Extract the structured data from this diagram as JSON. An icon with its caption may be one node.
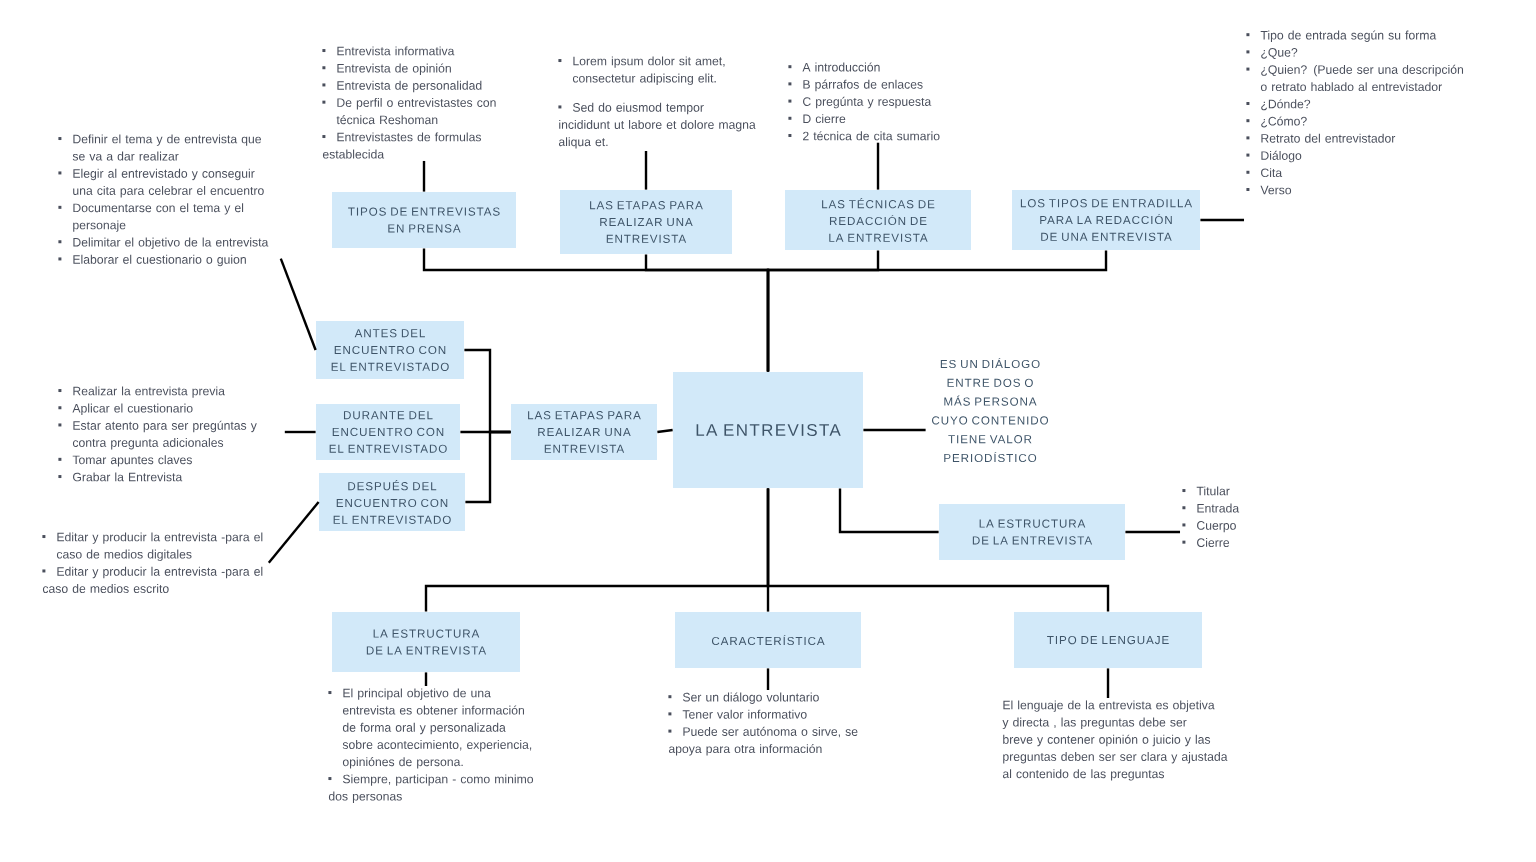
{
  "diagram": {
    "nodes": [
      {
        "text": [
          "LA ENTREVISTA"
        ]
      },
      {
        "text": [
          "TIPOS DE ENTREVISTAS EN PRENSA"
        ]
      },
      {
        "text": [
          "Entrevista informativa",
          "Entrevista de opinión",
          "Entrevista de personalidad",
          "De perfil o entrevistastes con técnica Reshoman",
          "Entrevistastes de formulas establecida"
        ]
      },
      {
        "text": [
          "LAS ETAPAS PARA REALIZAR UNA ENTREVISTA"
        ]
      },
      {
        "text": [
          "Lorem ipsum dolor sit amet, consectetur adipiscing elit.",
          "Sed do eiusmod tempor incididunt ut labore et dolore magna aliqua et."
        ]
      },
      {
        "text": [
          "LAS TÉCNICAS DE REDACCIÓN DE LA ENTREVISTA"
        ]
      },
      {
        "text": [
          "A introducción",
          "B párrafos de enlaces",
          "C pregúnta y respuesta",
          "D cierre",
          "2 técnica de cita sumario"
        ]
      },
      {
        "text": [
          "LOS TIPOS DE ENTRADILLA PARA LA REDACCIÓN DE UNA ENTREVISTA"
        ]
      },
      {
        "text": [
          "Tipo de entrada según su forma",
          "¿Que?",
          "¿Quien? (Puede ser una descripción o retrato hablado al entrevistador",
          "¿Dónde?",
          "¿Cómo?",
          "Retrato del entrevistador",
          "Diálogo",
          "Cita",
          "Verso"
        ]
      },
      {
        "text": [
          "ANTES DEL ENCUENTRO CON EL ENTREVISTADO"
        ]
      },
      {
        "text": [
          "Definir el tema y de entrevista que se va a dar realizar",
          "Elegir al entrevistado y conseguir una cita para celebrar el encuentro",
          "Documentarse con el tema y el personaje",
          "Delimitar el objetivo de la entrevista",
          "Elaborar el cuestionario o guion"
        ]
      },
      {
        "text": [
          "DURANTE DEL ENCUENTRO CON EL ENTREVISTADO"
        ]
      },
      {
        "text": [
          "Realizar la entrevista previa",
          "Aplicar el cuestionario",
          "Estar atento para ser pregúntas y contra pregunta adicionales",
          "Tomar apuntes claves",
          "Grabar la Entrevista"
        ]
      },
      {
        "text": [
          "DESPUÉS DEL ENCUENTRO CON EL ENTREVISTADO"
        ]
      },
      {
        "text": [
          "Editar y producir la entrevista -para el caso de medios digitales",
          "Editar y producir la entrevista -para el caso de medios escrito"
        ]
      },
      {
        "text": [
          "LAS ETAPAS PARA REALIZAR UNA ENTREVISTA"
        ]
      },
      {
        "text": [
          "ES UN DIÁLOGO ENTRE DOS O MÁS PERSONA CUYO CONTENIDO TIENE VALOR PERIODÍSTICO"
        ]
      },
      {
        "text": [
          "LA ESTRUCTURA DE LA ENTREVISTA"
        ]
      },
      {
        "text": [
          "Titular",
          "Entrada",
          "Cuerpo",
          "Cierre"
        ]
      },
      {
        "text": [
          "LA ESTRUCTURA DE LA ENTREVISTA"
        ]
      },
      {
        "text": [
          "El principal objetivo de una entrevista es obtener información de forma oral y personalizada sobre acontecimiento, experiencia, opiniónes de persona.",
          "Siempre, participan - como minimo dos personas"
        ]
      },
      {
        "text": [
          "CARACTERÍSTICA"
        ]
      },
      {
        "text": [
          "Ser un diálogo voluntario",
          "Tener valor informativo",
          "Puede ser autónoma o sirve, se apoya para otra información"
        ]
      },
      {
        "text": [
          "TIPO DE LENGUAJE"
        ]
      },
      {
        "text": [
          "El lenguaje de la entrevista es objetiva y directa , las preguntas debe ser breve y contener opinión o juicio y las preguntas deben ser ser clara y ajustada al contenido de las preguntas"
        ]
      }
    ],
    "edges": [
      {
        "from": 0,
        "to": 1,
        "arrow": "none"
      },
      {
        "from": 0,
        "to": 3,
        "arrow": "none"
      },
      {
        "from": 0,
        "to": 5,
        "arrow": "none"
      },
      {
        "from": 0,
        "to": 7,
        "arrow": "none"
      },
      {
        "from": 1,
        "to": 2,
        "arrow": "none"
      },
      {
        "from": 3,
        "to": 4,
        "arrow": "none"
      },
      {
        "from": 5,
        "to": 6,
        "arrow": "none"
      },
      {
        "from": 7,
        "to": 8,
        "arrow": "none"
      },
      {
        "from": 0,
        "to": 15,
        "arrow": "none"
      },
      {
        "from": 15,
        "to": 9,
        "arrow": "none"
      },
      {
        "from": 15,
        "to": 11,
        "arrow": "none"
      },
      {
        "from": 15,
        "to": 13,
        "arrow": "none"
      },
      {
        "from": 9,
        "to": 10,
        "arrow": "none"
      },
      {
        "from": 11,
        "to": 12,
        "arrow": "none"
      },
      {
        "from": 13,
        "to": 14,
        "arrow": "none"
      },
      {
        "from": 0,
        "to": 16,
        "arrow": "none"
      },
      {
        "from": 0,
        "to": 17,
        "arrow": "none"
      },
      {
        "from": 17,
        "to": 18,
        "arrow": "none"
      },
      {
        "from": 0,
        "to": 19,
        "arrow": "none"
      },
      {
        "from": 0,
        "to": 21,
        "arrow": "none"
      },
      {
        "from": 0,
        "to": 23,
        "arrow": "none"
      },
      {
        "from": 19,
        "to": 20,
        "arrow": "none"
      },
      {
        "from": 21,
        "to": 22,
        "arrow": "none"
      },
      {
        "from": 23,
        "to": 24,
        "arrow": "none"
      }
    ]
  }
}
